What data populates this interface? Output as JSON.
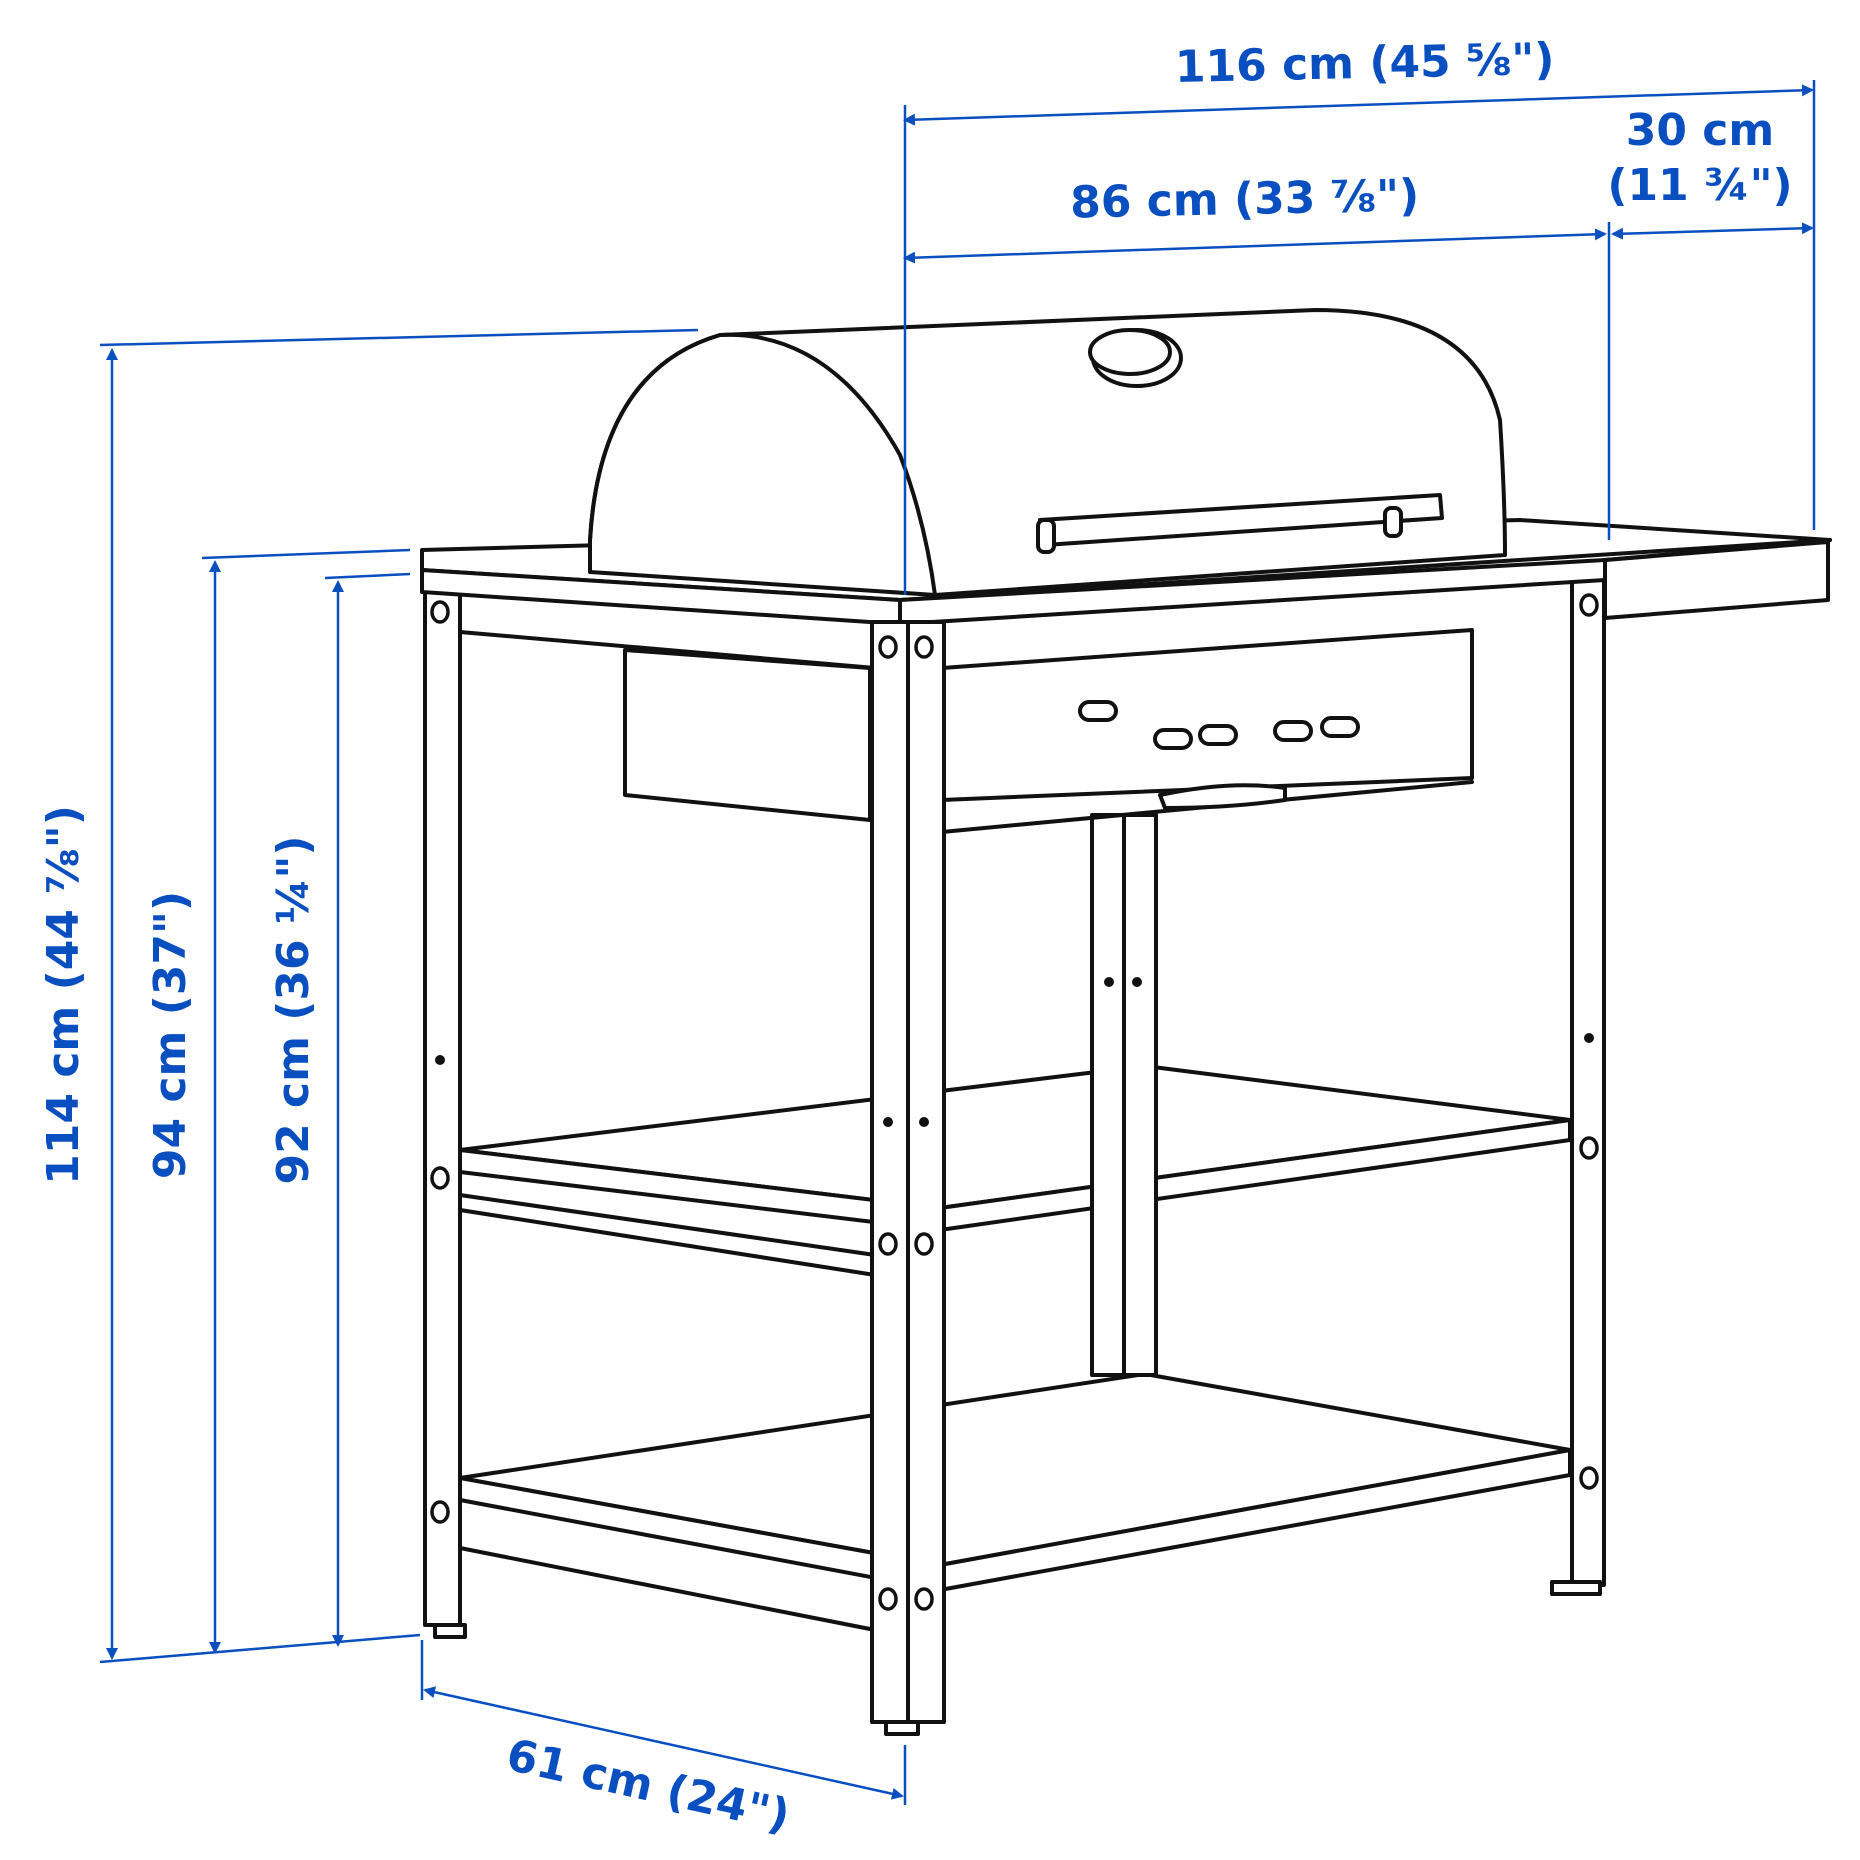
{
  "title": "Charcoal barbecue cart dimension drawing",
  "colors": {
    "dimension": "#0A4FC0",
    "outline": "#111111",
    "background": "#ffffff"
  },
  "dimensions": {
    "total_width": {
      "label": "116 cm (45 ⅝\")"
    },
    "grill_width": {
      "label": "86 cm (33 ⅞\")"
    },
    "side_table_width": {
      "label_line1": "30 cm",
      "label_line2": "(11 ¾\")"
    },
    "total_height": {
      "label": "114 cm (44 ⅞\")"
    },
    "counter_height": {
      "label": "94 cm (37\")"
    },
    "frame_height": {
      "label": "92 cm (36 ¼\")"
    },
    "depth": {
      "label": "61 cm (24\")"
    }
  }
}
